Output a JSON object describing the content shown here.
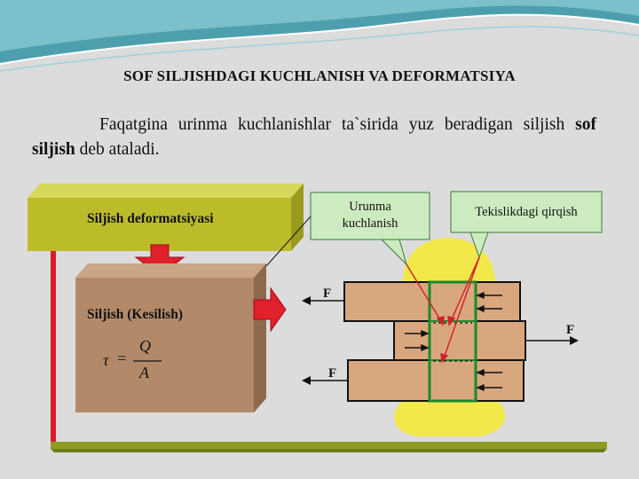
{
  "title": "SOF SILJISHDAGI KUCHLANISH VA DEFORMATSIYA",
  "intro": {
    "part1": "Faqatgina urinma kuchlanishlar ta`sirida yuz beradigan siljish ",
    "bold": "sof siljish",
    "part2": " deb ataladi."
  },
  "diagram": {
    "top_box_label": "Siljish deformatsiyasi",
    "bottom_box_label": "Siljish (Kesilish)",
    "formula": {
      "lhs": "τ",
      "eq": "=",
      "numerator": "Q",
      "denominator": "A"
    },
    "callout_left": {
      "line1": "Urunma",
      "line2": "kuchlanish"
    },
    "callout_right": "Tekislikdagi qirqish",
    "force_label": "F"
  },
  "colors": {
    "top_box": "#bcbc2a",
    "bottom_box": "#b28a6a",
    "arrow_red": "#e0202a",
    "yellow_blob": "#f2e84a",
    "callout_bg": "#cdebc0",
    "teal_wave": "#5aa8b4"
  }
}
